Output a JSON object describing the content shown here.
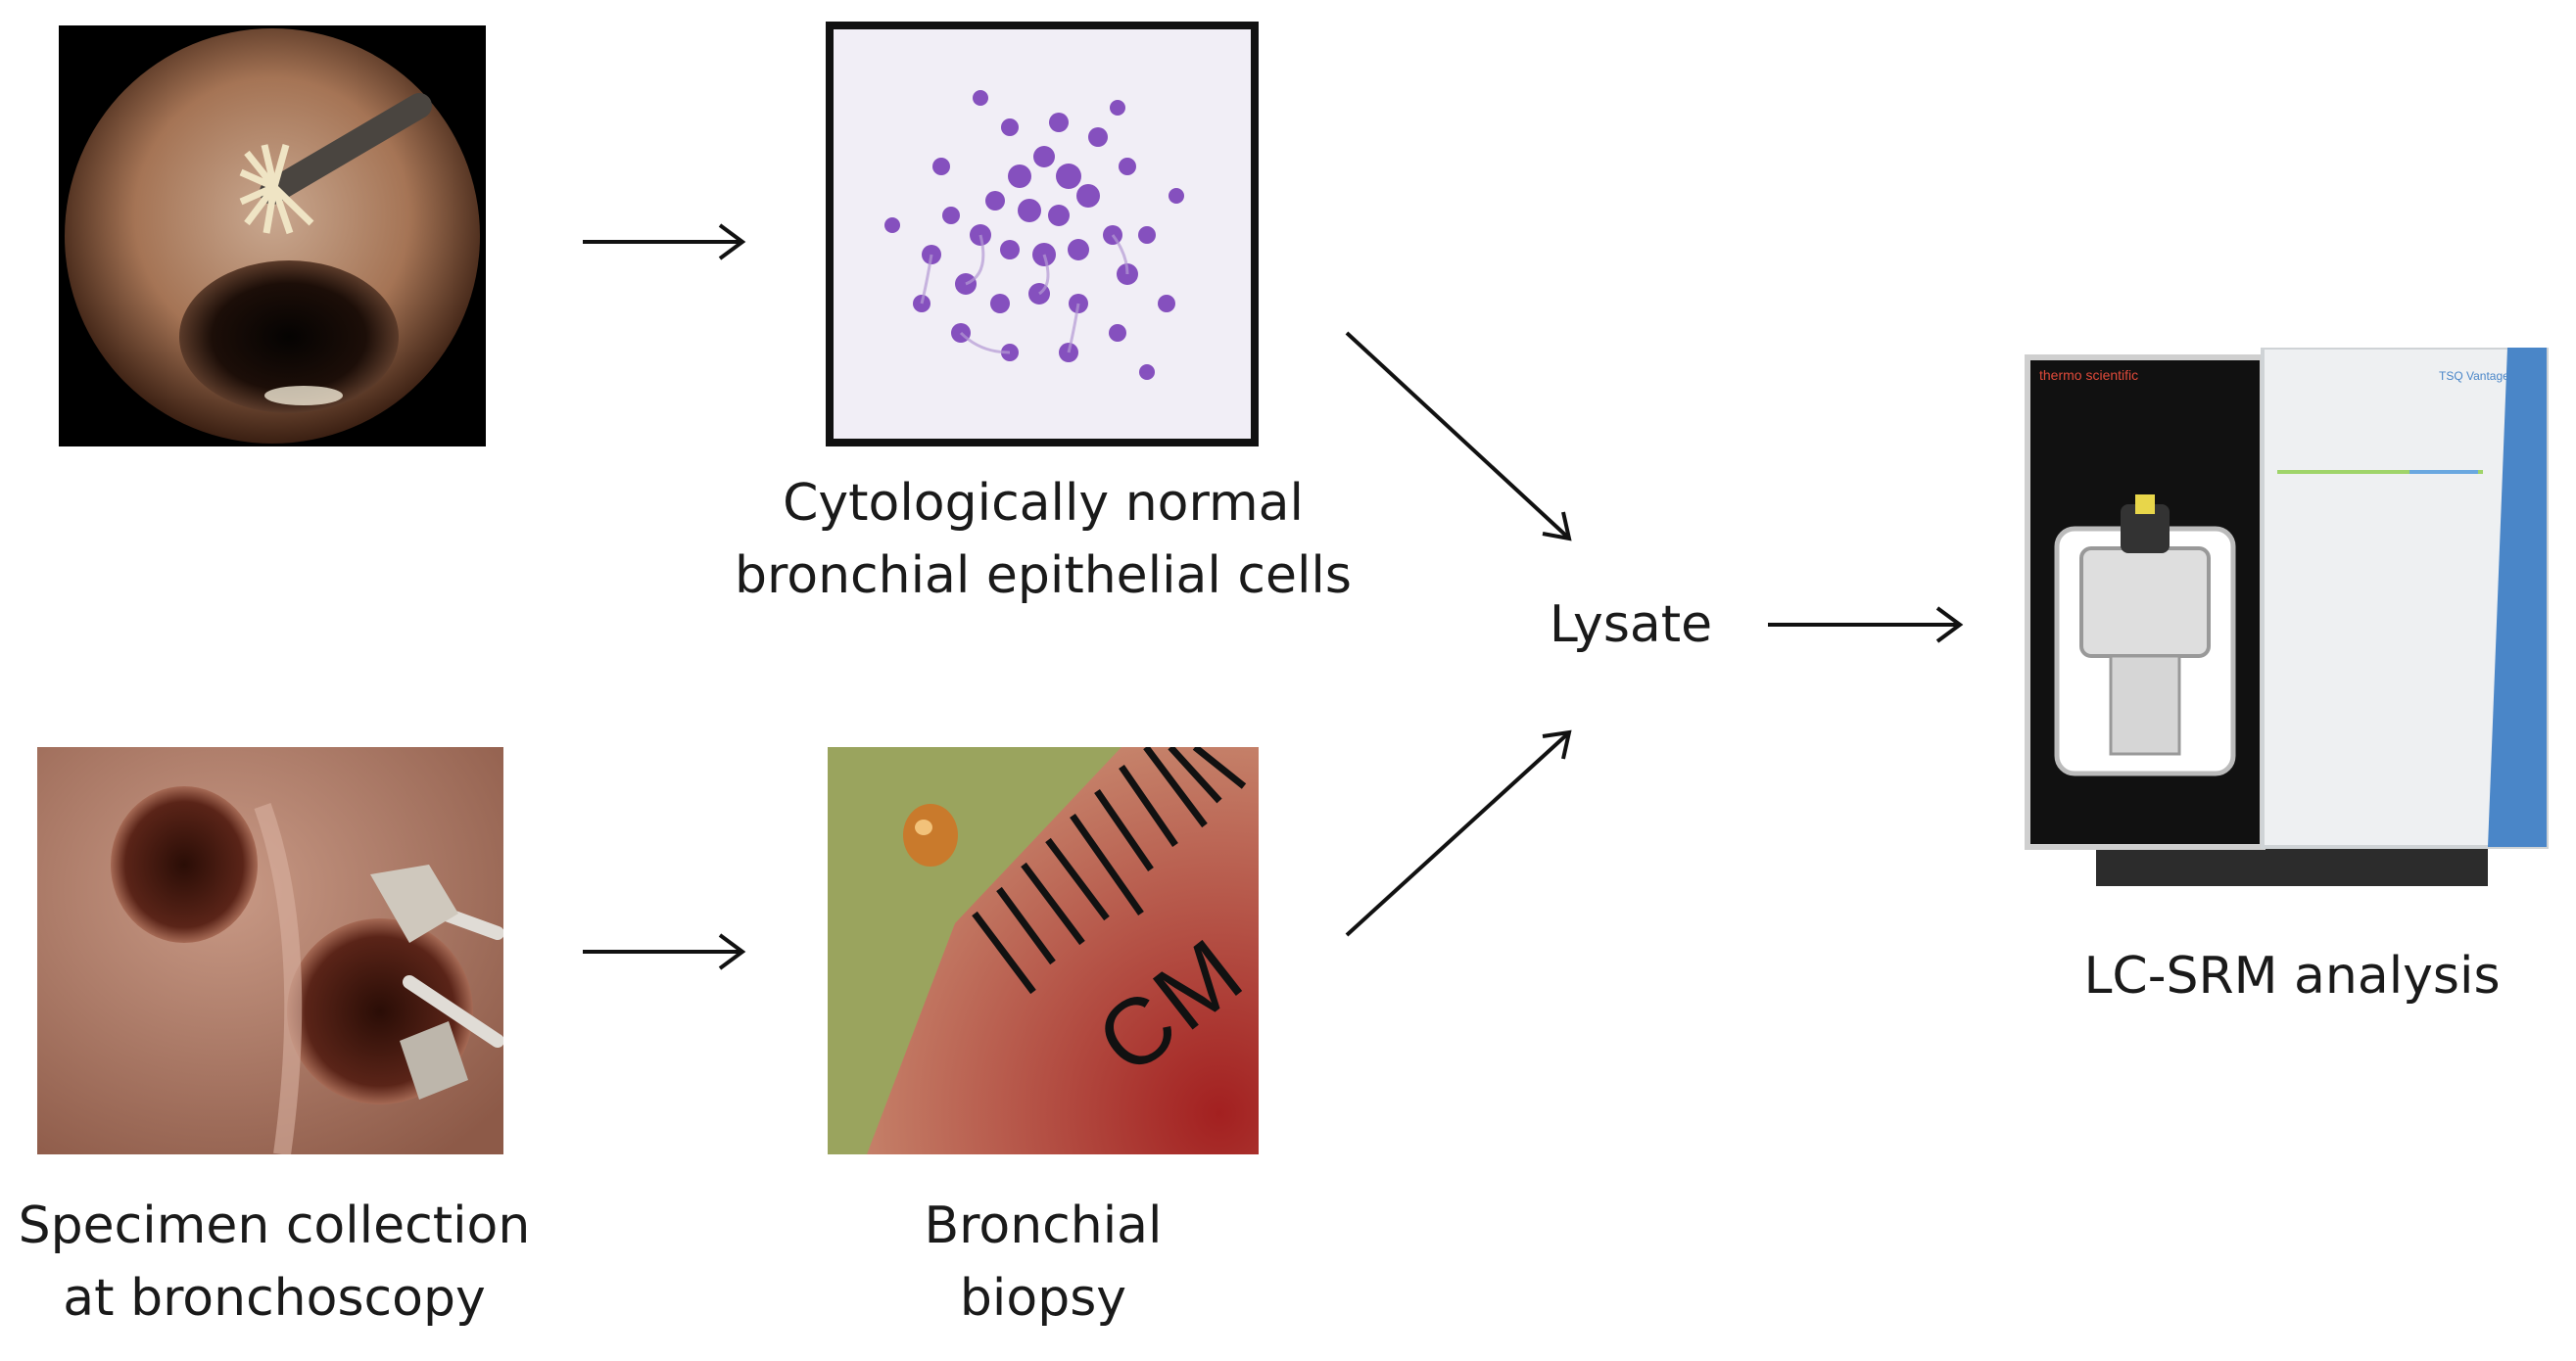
{
  "labels": {
    "cells_line1": "Cytologically normal",
    "cells_line2": "bronchial epithelial cells",
    "lysate": "Lysate",
    "analysis": "LC-SRM analysis",
    "specimen_line1": "Specimen collection",
    "specimen_line2": "at bronchoscopy",
    "biopsy_line1": "Bronchial",
    "biopsy_line2": "biopsy"
  },
  "photo_text": {
    "ruler_unit": "CM",
    "instrument_brand": "thermo scientific",
    "instrument_model": "TSQ Vantage"
  },
  "icons": [
    "bronchoscope-brush-photo",
    "cytology-micrograph",
    "forceps-photo",
    "biopsy-ruler-photo",
    "mass-spectrometer-photo"
  ],
  "colors": {
    "arrow": "#111111",
    "text": "#1a1a1a",
    "stain": "#7a3fb8",
    "instrument_accent": "#4a86c8"
  }
}
